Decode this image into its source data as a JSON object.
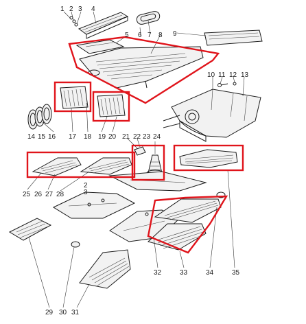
{
  "diagram": {
    "labels": [
      "1",
      "2",
      "3",
      "4",
      "5",
      "6",
      "7",
      "8",
      "9",
      "10",
      "11",
      "12",
      "13",
      "14",
      "15",
      "16",
      "17",
      "18",
      "19",
      "20",
      "21",
      "22",
      "23",
      "24",
      "25",
      "26",
      "27",
      "28",
      "29",
      "30",
      "31",
      "32",
      "33",
      "34",
      "35"
    ],
    "highlight_color": "#e0141b",
    "line_color": "#1a1a1a",
    "highlighted_groups": [
      {
        "parts": [
          "8"
        ],
        "name": "large-floor-mat"
      },
      {
        "parts": [
          "17"
        ],
        "name": "pedal-mat-left"
      },
      {
        "parts": [
          "19"
        ],
        "name": "pedal-mat-right"
      },
      {
        "parts": [
          "25",
          "26",
          "27",
          "28"
        ],
        "name": "rear-floor-mats-pair"
      },
      {
        "parts": [
          "23"
        ],
        "name": "gear-lever-boot"
      },
      {
        "parts": [
          "35"
        ],
        "name": "tunnel-mat"
      },
      {
        "parts": [
          "33",
          "34"
        ],
        "name": "front-floor-mats-pair"
      }
    ]
  }
}
